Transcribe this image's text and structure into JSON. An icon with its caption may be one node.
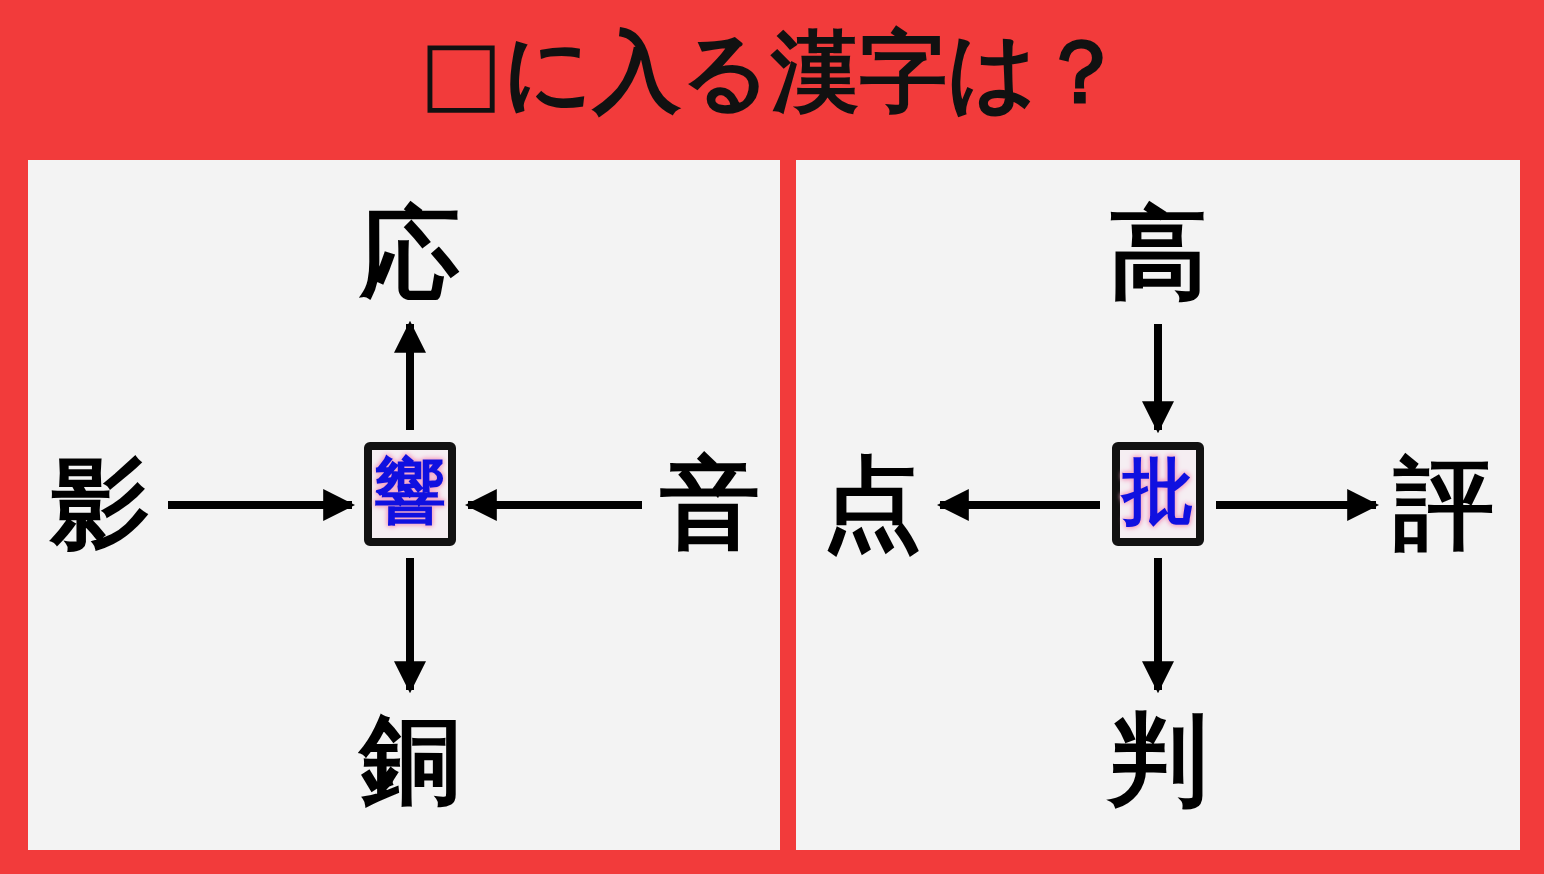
{
  "diagram": {
    "title": "□に入る漢字は？",
    "nodes": [
      {
        "text": [],
        "shape": "box"
      },
      {
        "text": [
          "応"
        ],
        "in": 0
      },
      {
        "text": [
          "影"
        ],
        "in": 0
      },
      {
        "text": [
          "響"
        ],
        "in": 0
      },
      {
        "text": [
          "音"
        ],
        "in": 0
      },
      {
        "text": [
          "銅"
        ],
        "in": 0
      },
      {
        "text": [],
        "shape": "box"
      },
      {
        "text": [
          "高"
        ],
        "in": 6
      },
      {
        "text": [
          "点"
        ],
        "in": 6
      },
      {
        "text": [
          "批"
        ],
        "in": 6
      },
      {
        "text": [
          "評"
        ],
        "in": 6
      },
      {
        "text": [
          "判"
        ],
        "in": 6
      }
    ],
    "edges": [
      {
        "from": 3,
        "to": 1,
        "arrow": "to"
      },
      {
        "from": 2,
        "to": 3,
        "arrow": "to"
      },
      {
        "from": 4,
        "to": 3,
        "arrow": "to"
      },
      {
        "from": 3,
        "to": 5,
        "arrow": "to"
      },
      {
        "from": 7,
        "to": 9,
        "arrow": "to"
      },
      {
        "from": 9,
        "to": 8,
        "arrow": "to"
      },
      {
        "from": 9,
        "to": 10,
        "arrow": "to"
      },
      {
        "from": 9,
        "to": 11,
        "arrow": "to"
      }
    ]
  }
}
